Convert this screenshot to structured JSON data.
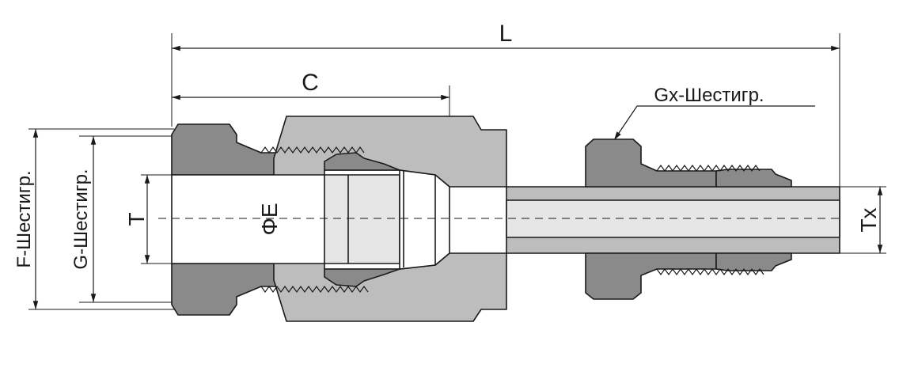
{
  "labels": {
    "overall_length": "L",
    "body_length": "C",
    "bore_diameter": "ΦE",
    "thread_size": "T",
    "tube_size": "Tx",
    "f_hex": "F-Шестигр.",
    "g_hex": "G-Шестигр.",
    "gx_hex": "Gx-Шестигр."
  },
  "colors": {
    "body": "#bdbdbd",
    "nut": "#8a8a8a",
    "light_part": "#e6e6e6",
    "line": "#1a1a1a"
  }
}
